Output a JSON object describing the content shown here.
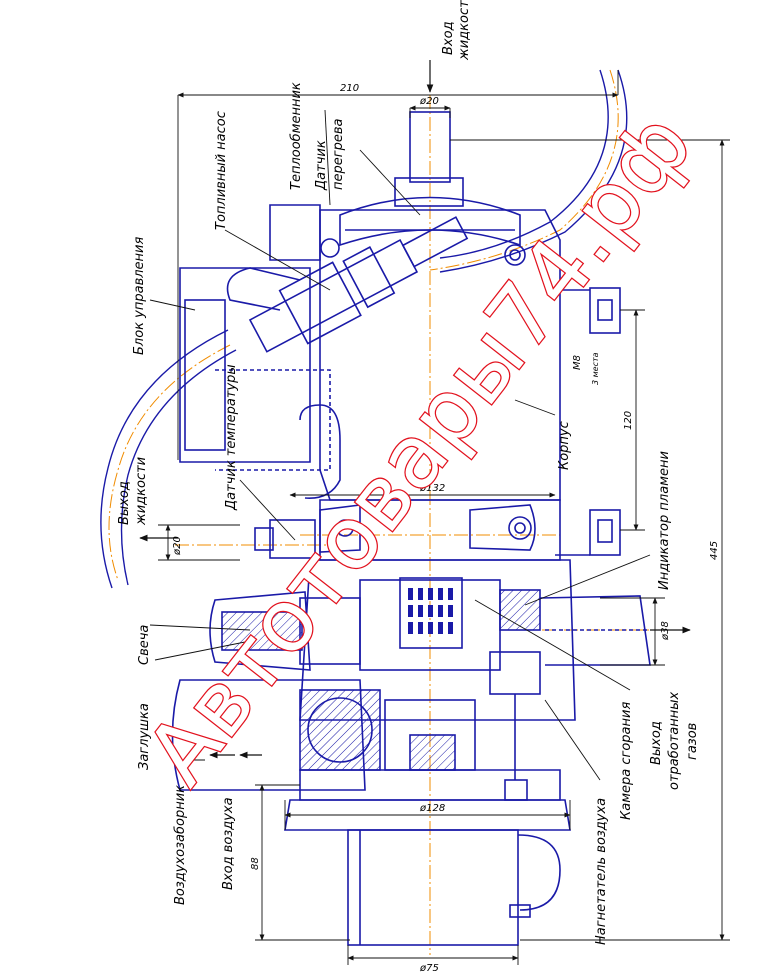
{
  "colors": {
    "outline": "#1a1aa8",
    "dimension": "#111111",
    "axis": "#f08c00",
    "watermark": "#e2121e"
  },
  "labels": {
    "liquid_in": [
      "Вход",
      "жидкости"
    ],
    "heat_exchanger": "Теплообменник",
    "overheat_sensor": [
      "Датчик",
      "перегрева"
    ],
    "fuel_pump": "Топливный насос",
    "control_unit": "Блок управления",
    "temperature_sensor": "Датчик температуры",
    "liquid_out": [
      "Выход",
      "жидкости"
    ],
    "housing": "Корпус",
    "flame_indicator": "Индикатор пламени",
    "glow_plug": "Свеча",
    "plug": "Заглушка",
    "air_intake": "Воздухозаборник",
    "air_in": "Вход воздуха",
    "combustion_chamber": "Камера сгорания",
    "air_blower": "Нагнетатель воздуха",
    "exhaust_out": [
      "Выход",
      "отработанных",
      "газов"
    ]
  },
  "dimensions": {
    "width_210": "210",
    "dia_inlet": "ø20",
    "dia_outlet": "ø20",
    "dia_body": "ø132",
    "dia_exhaust": "ø38",
    "dia_blower": "ø128",
    "dia_motor": "ø75",
    "length_445": "445",
    "length_88": "88",
    "spacing_120": "120",
    "thread_m8": "M8",
    "thread_places": "3 места"
  },
  "watermark": "Автотовары74.рф"
}
